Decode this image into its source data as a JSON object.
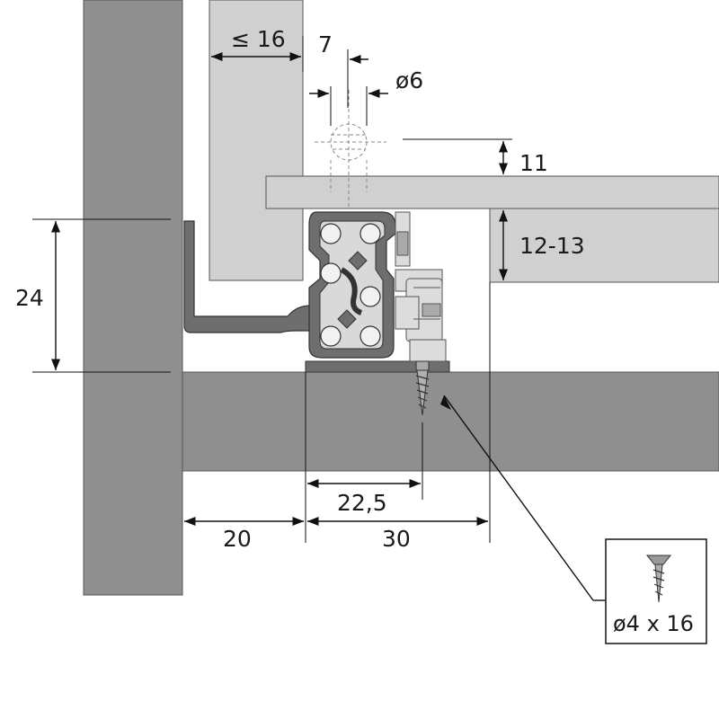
{
  "dimensions": {
    "lte16": "≤ 16",
    "d7": "7",
    "dia6": "ø6",
    "d11": "11",
    "d12_13": "12-13",
    "d24": "24",
    "d22_5": "22,5",
    "d20": "20",
    "d30": "30"
  },
  "screw_callout": {
    "label": "ø4 x 16"
  },
  "colors": {
    "cabinet_dark": "#8f8f8f",
    "panel_light": "#d0d0d0",
    "slide_rail": "#6e6e6e",
    "ball": "#f2f2f2",
    "outline": "#333333"
  }
}
